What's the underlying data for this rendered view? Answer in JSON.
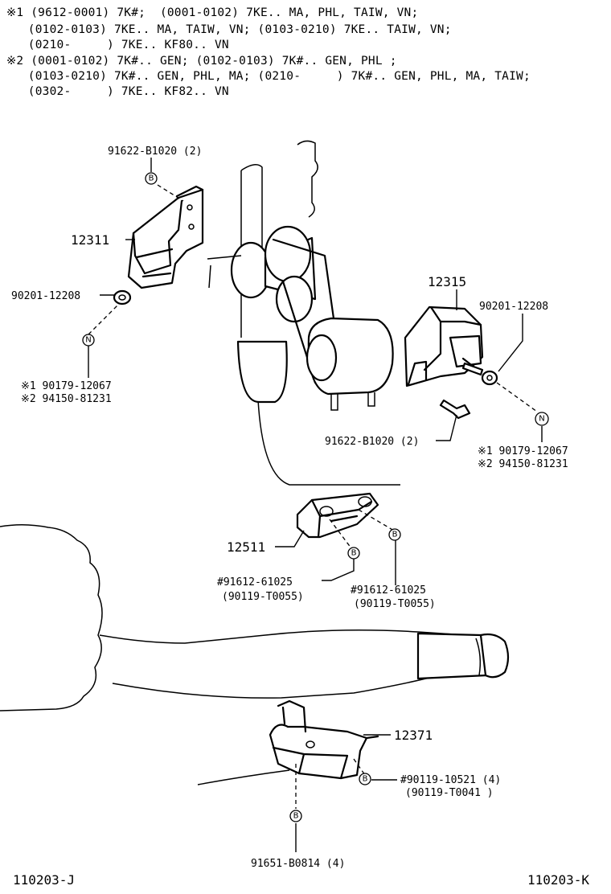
{
  "header": {
    "lines": [
      "※1 (9612-0001) 7K#;  (0001-0102) 7KE.. MA, PHL, TAIW, VN;",
      "   (0102-0103) 7KE.. MA, TAIW, VN; (0103-0210) 7KE.. TAIW, VN;",
      "   (0210-     ) 7KE.. KF80.. VN",
      "※2 (0001-0102) 7K#.. GEN; (0102-0103) 7K#.. GEN, PHL ;",
      "   (0103-0210) 7K#.. GEN, PHL, MA; (0210-     ) 7K#.. GEN, PHL, MA, TAIW;",
      "   (0302-     ) 7KE.. KF82.. VN"
    ]
  },
  "labels": {
    "b1020_top": "91622-B1020 (2)",
    "p12311": "12311",
    "p90201_left": "90201-12208",
    "ref1_left": "※1 90179-12067",
    "ref2_left": "※2 94150-81231",
    "p12315": "12315",
    "p90201_right": "90201-12208",
    "b1020_right": "91622-B1020 (2)",
    "ref1_right": "※1 90179-12067",
    "ref2_right": "※2 94150-81231",
    "p12511": "12511",
    "bolt_left_a": "#91612-61025",
    "bolt_left_b": "(90119-T0055)",
    "bolt_right_a": "#91612-61025",
    "bolt_right_b": "(90119-T0055)",
    "p12371": "12371",
    "p10521_a": "#90119-10521 (4)",
    "p10521_b": "(90119-T0041 )",
    "p91651": "91651-B0814 (4)",
    "code_left": "110203-J",
    "code_right": "110203-K"
  },
  "symbols": {
    "bolt_marker": "B",
    "nut_marker": "N"
  },
  "colors": {
    "ink": "#000000",
    "paper": "#ffffff"
  }
}
